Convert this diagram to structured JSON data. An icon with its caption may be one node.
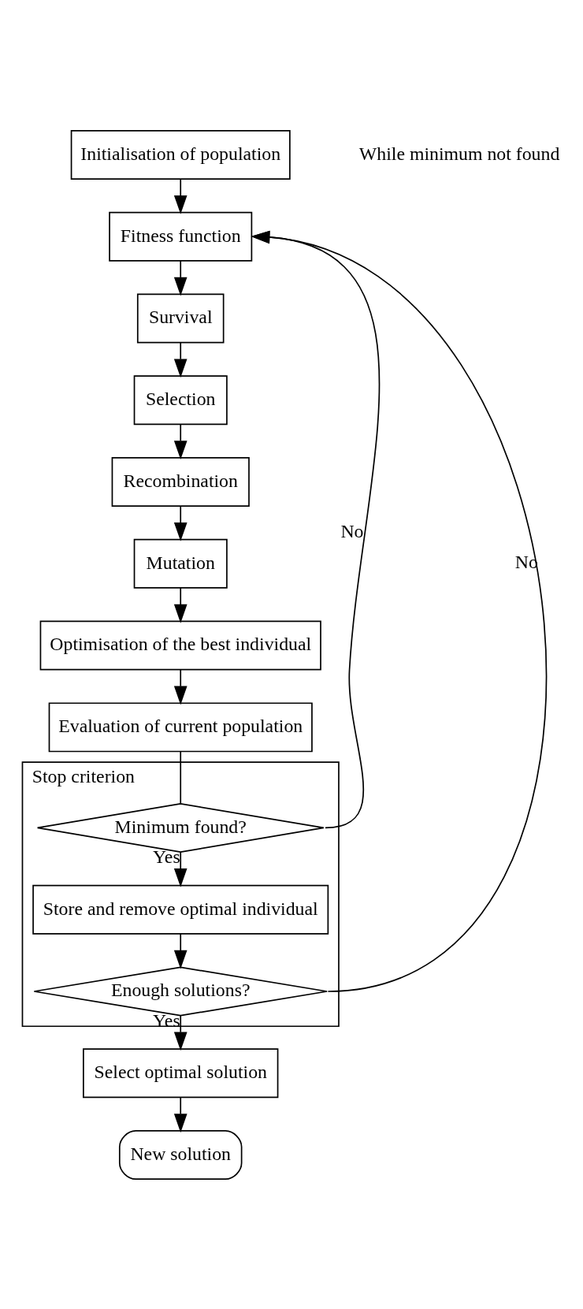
{
  "diagram": {
    "nodes": [
      {
        "text": [
          "Initialisation of population"
        ]
      },
      {
        "text": [
          "Fitness function"
        ]
      },
      {
        "text": [
          "Survival"
        ]
      },
      {
        "text": [
          "Selection"
        ]
      },
      {
        "text": [
          "Recombination"
        ]
      },
      {
        "text": [
          "Mutation"
        ]
      },
      {
        "text": [
          "Optimisation of the best individual"
        ]
      },
      {
        "text": [
          "Evaluation of current population"
        ]
      },
      {
        "text": [
          "Stop criterion"
        ]
      },
      {
        "text": [
          "Minimum found?"
        ],
        "in": 8
      },
      {
        "text": [
          "Store and remove optimal individual"
        ],
        "in": 8
      },
      {
        "text": [
          "Enough solutions?"
        ],
        "in": 8
      },
      {
        "text": [
          "Select optimal solution"
        ]
      },
      {
        "text": [
          "New solution"
        ]
      }
    ],
    "edges": [
      {
        "from": 0,
        "to": 1,
        "arrow": "to"
      },
      {
        "from": 1,
        "to": 2,
        "arrow": "to"
      },
      {
        "from": 2,
        "to": 3,
        "arrow": "to"
      },
      {
        "from": 3,
        "to": 4,
        "arrow": "to"
      },
      {
        "from": 4,
        "to": 5,
        "arrow": "to"
      },
      {
        "from": 5,
        "to": 6,
        "arrow": "to"
      },
      {
        "from": 6,
        "to": 7,
        "arrow": "to"
      },
      {
        "from": 7,
        "to": 9,
        "arrow": "none"
      },
      {
        "from": 9,
        "to": 10,
        "arrow": "to",
        "label": "Yes"
      },
      {
        "from": 10,
        "to": 11,
        "arrow": "to"
      },
      {
        "from": 11,
        "to": 12,
        "arrow": "to",
        "label": "Yes"
      },
      {
        "from": 12,
        "to": 13,
        "arrow": "to"
      },
      {
        "from": 9,
        "to": 1,
        "arrow": "to",
        "label": "No"
      },
      {
        "from": 11,
        "to": 1,
        "arrow": "to",
        "label": "No"
      }
    ],
    "labels": [
      "While minimum not found"
    ]
  }
}
